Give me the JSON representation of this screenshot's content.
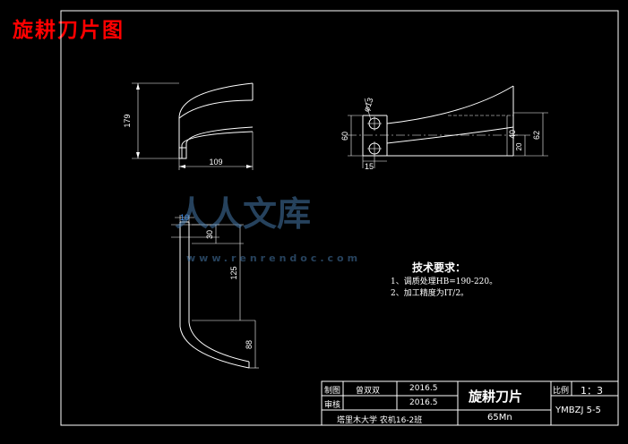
{
  "title": "旋耕刀片图",
  "dimensions": {
    "d179": "179",
    "d109": "109",
    "d60": "60",
    "d15": "15",
    "d40": "40",
    "d62": "62",
    "d20": "20",
    "dphi": "φ13",
    "d10": "10",
    "d30": "30",
    "d125": "125",
    "d88": "88"
  },
  "tech_requirements": {
    "title": "技术要求：",
    "items": [
      "1、调质处理HB=190-220。",
      "2、加工精度为IT/2。"
    ]
  },
  "title_block": {
    "label_draw": "制图",
    "drawer": "曾双双",
    "date1": "2016.5",
    "label_check": "审核",
    "date2": "2016.5",
    "part_name": "旋耕刀片",
    "label_scale": "比例",
    "scale": "1：3",
    "material": "65Mn",
    "drawing_no": "YMBZJ 5-5",
    "school": "塔里木大学 农机16-2班"
  },
  "watermark": {
    "main": "人人文库",
    "url": "www.renrendoc.com"
  }
}
